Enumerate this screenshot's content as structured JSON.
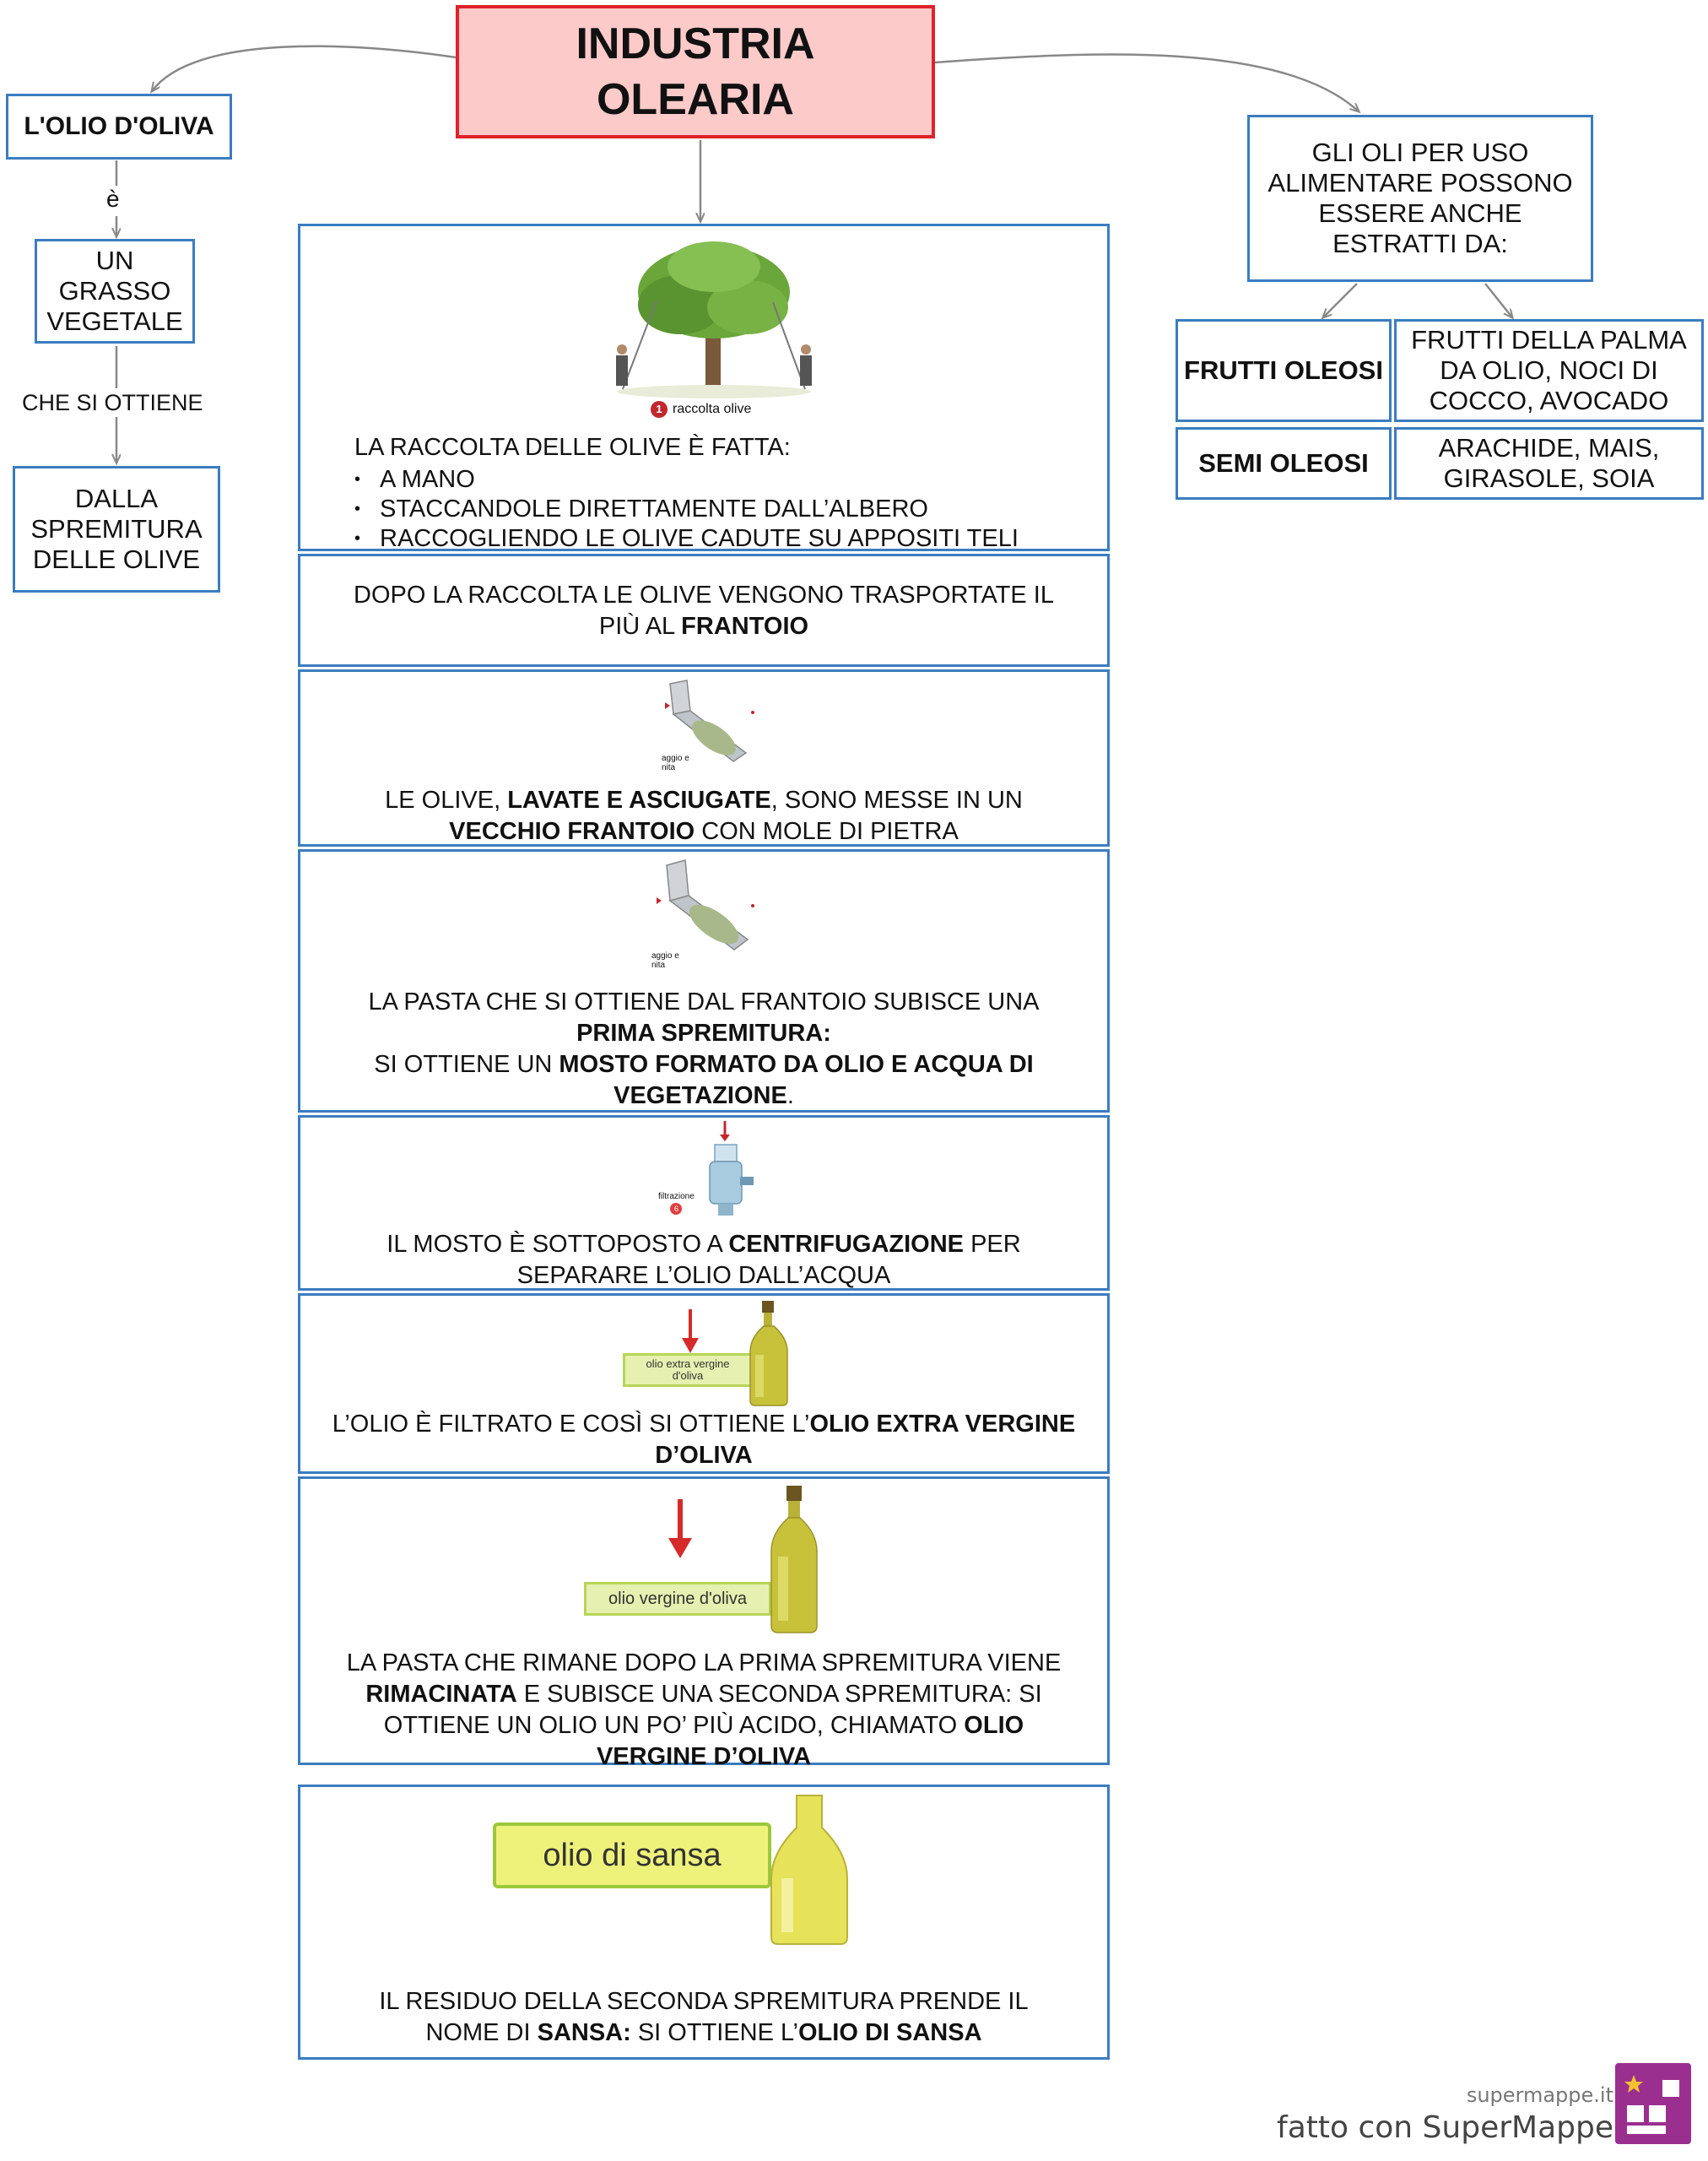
{
  "title": {
    "line1": "INDUSTRIA",
    "line2": "OLEARIA"
  },
  "left": {
    "olio_box": "L'OLIO  D'OLIVA",
    "link_e": "è",
    "grasso_line1": "UN",
    "grasso_line2": "GRASSO",
    "grasso_line3": "VEGETALE",
    "link_ottiene": "CHE SI OTTIENE",
    "spremitura_line1": "DALLA",
    "spremitura_line2": "SPREMITURA",
    "spremitura_line3": "DELLE OLIVE"
  },
  "right": {
    "header_line1": "GLI OLI PER USO",
    "header_line2": "ALIMENTARE POSSONO",
    "header_line3": "ESSERE ANCHE",
    "header_line4": "ESTRATTI DA:",
    "frutti_label": "FRUTTI  OLEOSI",
    "frutti_desc_line1": "FRUTTI DELLA PALMA",
    "frutti_desc_line2": "DA OLIO, NOCI DI",
    "frutti_desc_line3": "COCCO, AVOCADO",
    "semi_label": "SEMI  OLEOSI",
    "semi_desc_line1": "ARACHIDE, MAIS,",
    "semi_desc_line2": "GIRASOLE, SOIA"
  },
  "steps": {
    "raccolta_caption_num": "1",
    "raccolta_caption": "raccolta olive",
    "raccolta_intro": "LA RACCOLTA DELLE OLIVE È FATTA:",
    "raccolta_items": [
      "A MANO",
      "STACCANDOLE DIRETTAMENTE DALL’ALBERO",
      "RACCOGLIENDO LE OLIVE CADUTE SU APPOSITI TELI"
    ],
    "trasporto_line1": "DOPO LA RACCOLTA LE OLIVE VENGONO TRASPORTATE IL",
    "trasporto_line2_a": "PIÙ  AL ",
    "trasporto_line2_b": "FRANTOIO",
    "img_small_caption": "aggio e\nnita",
    "lavate_a": "LE  OLIVE,  ",
    "lavate_b": "LAVATE  E  ASCIUGATE",
    "lavate_c": ",  SONO  MESSE  IN  UN",
    "lavate_d": "VECCHIO  FRANTOIO",
    "lavate_e": "  CON  MOLE  DI  PIETRA",
    "pasta_line1": "LA PASTA CHE SI OTTIENE DAL FRANTOIO SUBISCE UNA",
    "pasta_line2": "PRIMA  SPREMITURA:",
    "pasta_line3_a": "SI OTTIENE UN ",
    "pasta_line3_b": "MOSTO  FORMATO  DA OLIO E ACQUA DI",
    "pasta_line4_a": "VEGETAZIONE",
    "pasta_line4_b": ".",
    "filtrazione_caption": "filtrazione",
    "filtrazione_num": "6",
    "mosto_line1_a": "IL MOSTO È SOTTOPOSTO A  ",
    "mosto_line1_b": "CENTRIFUGAZIONE",
    "mosto_line1_c": "  PER",
    "mosto_line2": "SEPARARE L’OLIO DALL’ACQUA",
    "extra_label": "olio extra vergine d'oliva",
    "filtrato_a": "L’OLIO È FILTRATO E COSÌ SI OTTIENE L’",
    "filtrato_b": "OLIO  EXTRA  VERGINE",
    "filtrato_c": "D’OLIVA",
    "vergine_label": "olio vergine d'oliva",
    "rimacinata_line1": "LA PASTA CHE RIMANE DOPO LA PRIMA SPREMITURA VIENE",
    "rimacinata_line2_a": "RIMACINATA",
    "rimacinata_line2_b": "  E SUBISCE UNA SECONDA SPREMITURA: SI",
    "rimacinata_line3_a": "OTTIENE UN OLIO UN PO’ PIÙ ACIDO, CHIAMATO ",
    "rimacinata_line3_b": "OLIO",
    "rimacinata_line4": "VERGINE  D’OLIVA",
    "sansa_label": "olio di sansa",
    "sansa_line1": "IL  RESIDUO  DELLA  SECONDA  SPREMITURA  PRENDE  IL",
    "sansa_line2_a": "NOME  DI  ",
    "sansa_line2_b": "SANSA:",
    "sansa_line2_c": "  SI OTTIENE L’",
    "sansa_line2_d": "OLIO  DI  SANSA"
  },
  "brand": {
    "site": "supermappe.it",
    "made_with": "fatto con SuperMappe"
  },
  "colors": {
    "box_border": "#3a7dc0",
    "title_bg": "#fdcaca",
    "title_border": "#e0222a",
    "connector": "#888888",
    "label_bg": "#e6f0b0"
  }
}
